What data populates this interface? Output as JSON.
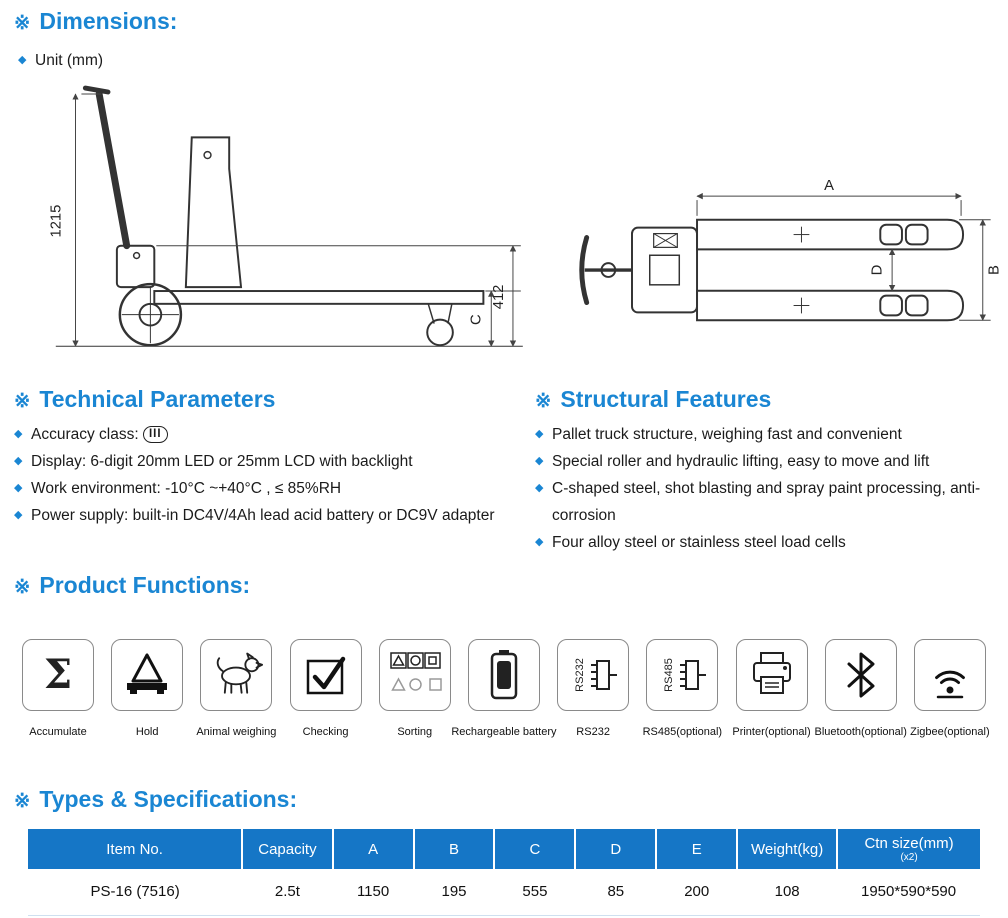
{
  "marker": "※",
  "bullet": "◆",
  "colors": {
    "accent": "#1a86d3",
    "table_header_bg": "#1576c6"
  },
  "dimensions": {
    "title": "Dimensions:",
    "unit": "Unit (mm)",
    "side_labels": {
      "height": "1215",
      "mid": "412",
      "c": "C"
    },
    "top_labels": {
      "a": "A",
      "b": "B",
      "d": "D"
    }
  },
  "technical": {
    "title": "Technical Parameters",
    "accuracy_text": "Accuracy class:",
    "accuracy_badge": "III",
    "items": [
      "Display: 6-digit 20mm LED or 25mm LCD with backlight",
      "Work environment: -10°C ~+40°C , ≤ 85%RH",
      "Power supply: built-in DC4V/4Ah lead acid battery or DC9V adapter"
    ]
  },
  "structural": {
    "title": "Structural Features",
    "items": [
      "Pallet truck structure, weighing fast and convenient",
      "Special roller and hydraulic lifting, easy to move and lift",
      "C-shaped steel, shot blasting and spray paint processing, anti-corrosion",
      "Four alloy steel or stainless steel load cells"
    ]
  },
  "functions": {
    "title": "Product Functions:",
    "sigma": "Σ",
    "items": [
      {
        "label": "Accumulate"
      },
      {
        "label": "Hold"
      },
      {
        "label": "Animal weighing"
      },
      {
        "label": "Checking"
      },
      {
        "label": "Sorting"
      },
      {
        "label": "Rechargeable battery"
      },
      {
        "label": "RS232",
        "icon_text": "RS232"
      },
      {
        "label": "RS485(optional)",
        "icon_text": "RS485"
      },
      {
        "label": "Printer(optional)"
      },
      {
        "label": "Bluetooth(optional)"
      },
      {
        "label": "Zigbee(optional)"
      }
    ]
  },
  "specs": {
    "title": "Types & Specifications:",
    "headers": [
      "Item No.",
      "Capacity",
      "A",
      "B",
      "C",
      "D",
      "E",
      "Weight(kg)",
      "Ctn size(mm)"
    ],
    "ctn_sub": "(x2)",
    "rows": [
      [
        "PS-16 (7516)",
        "2.5t",
        "1150",
        "195",
        "555",
        "85",
        "200",
        "108",
        "1950*590*590"
      ]
    ]
  }
}
